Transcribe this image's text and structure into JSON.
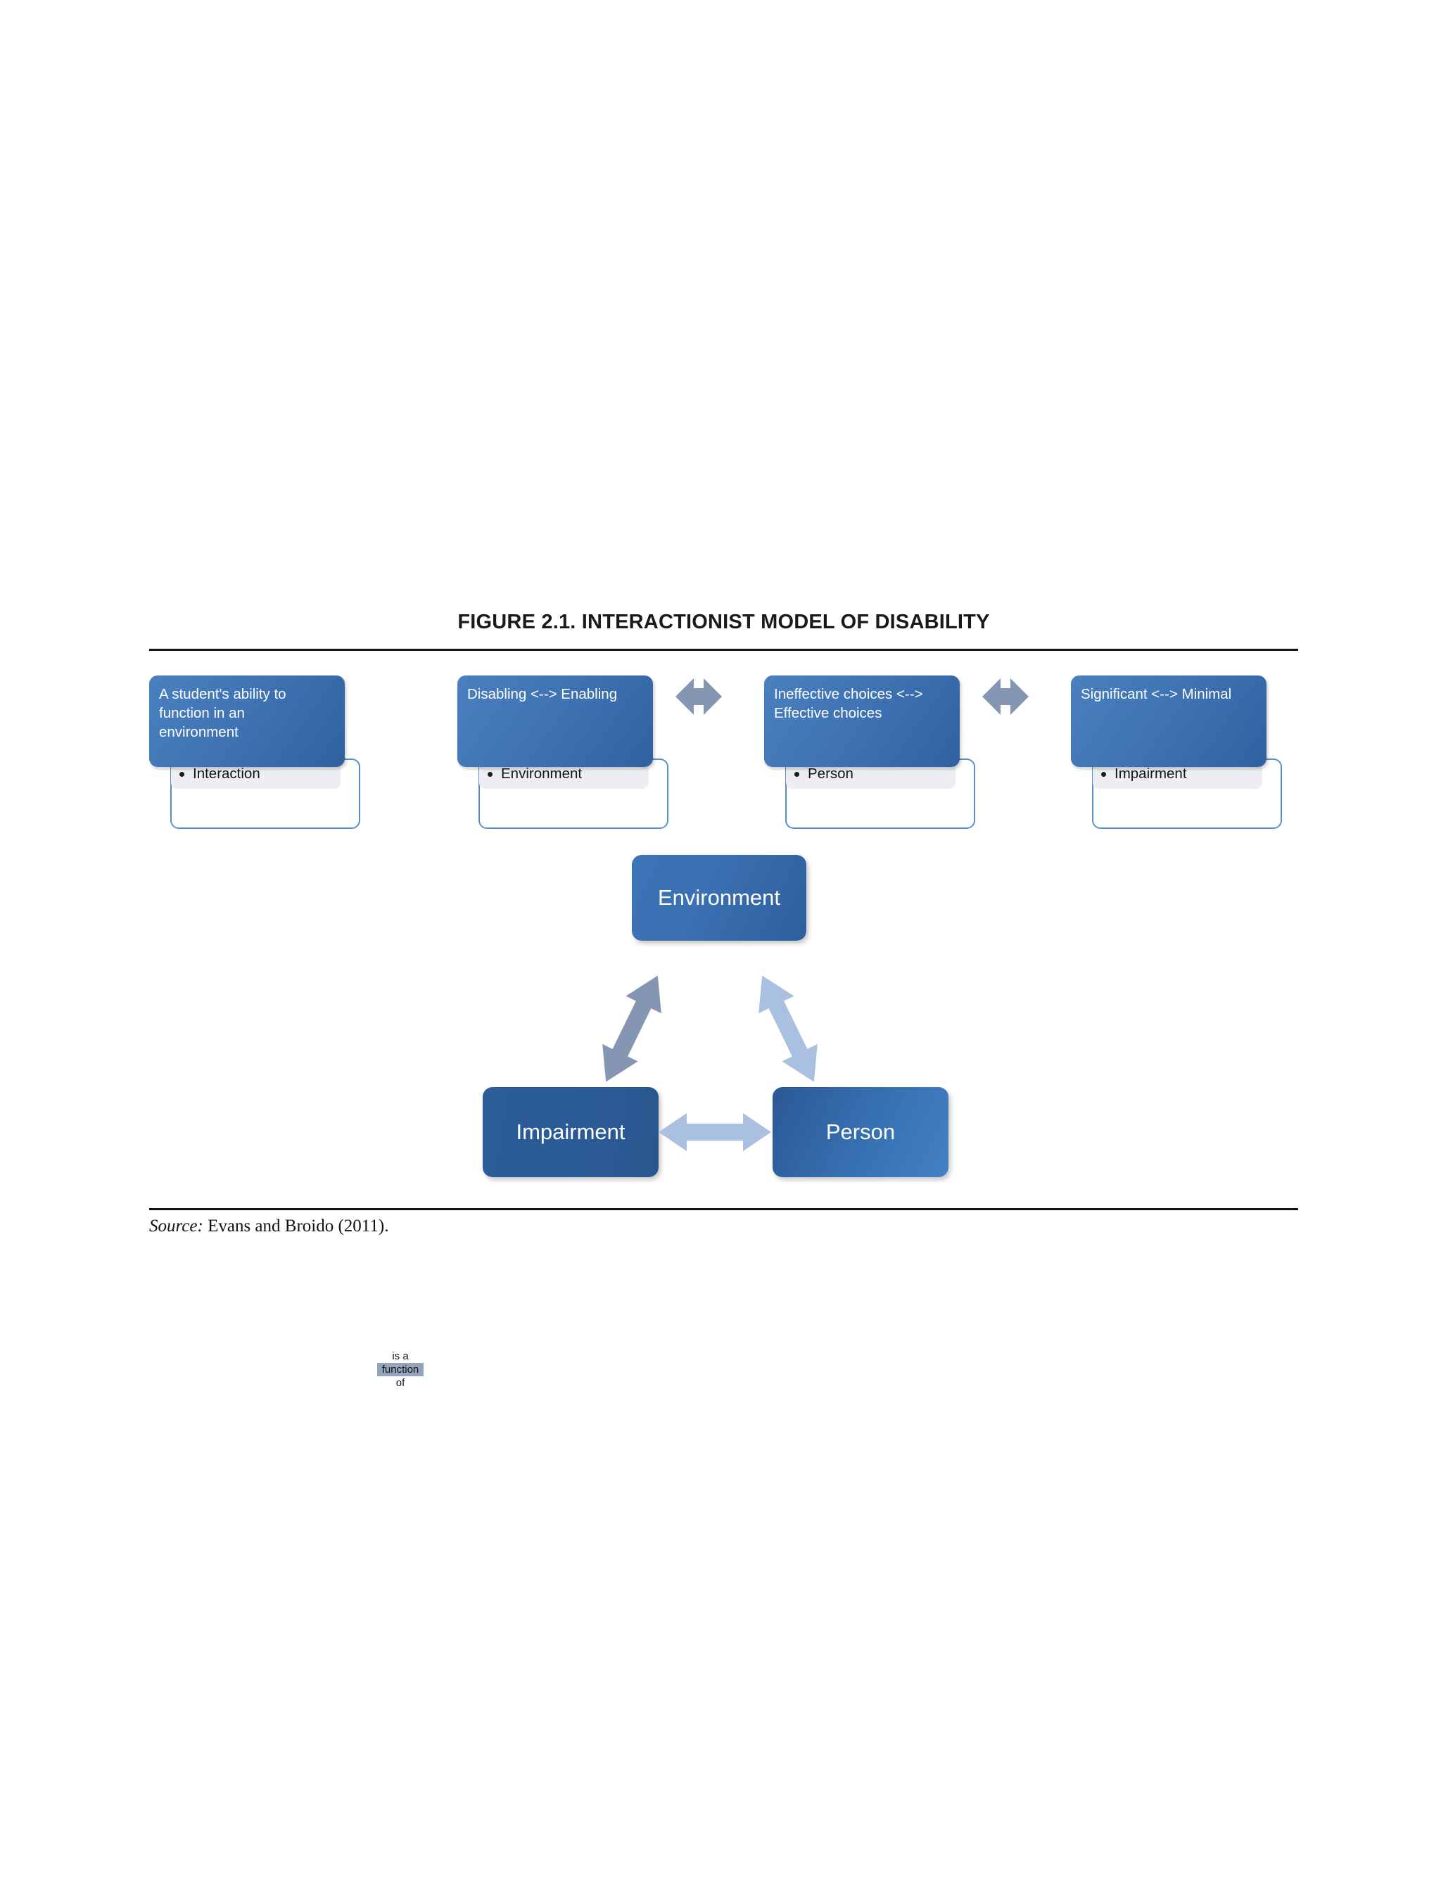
{
  "figure": {
    "title": "FIGURE 2.1. INTERACTIONIST MODEL OF DISABILITY",
    "source_label": "Source:",
    "source_text": " Evans and Broido (2011)."
  },
  "colors": {
    "box_blue_light": "#4a80c0",
    "box_blue_dark": "#2e5f9d",
    "impairment_blue": "#2b5b96",
    "arrow_gray_blue": "#8596b3",
    "arrow_light_blue": "#a9c0e0",
    "sub_border": "#5b8fc9",
    "sub_band": "#eceef2",
    "rule_black": "#141414"
  },
  "top_row": {
    "cards": [
      {
        "name": "interaction",
        "header": "A student's ability to\nfunction in an\nenvironment",
        "bullet": "Interaction"
      },
      {
        "name": "environment",
        "header": "Disabling <--> Enabling",
        "bullet": "Environment"
      },
      {
        "name": "person",
        "header": "Ineffective choices <-->\nEffective choices",
        "bullet": "Person"
      },
      {
        "name": "impairment",
        "header": "Significant <--> Minimal",
        "bullet": "Impairment"
      }
    ],
    "connector_text": {
      "line1": "is a",
      "line2": "function",
      "line3": "of"
    },
    "arrow_icon_name": "double-headed-arrow-icon"
  },
  "triangle": {
    "nodes": [
      {
        "name": "environment",
        "label": "Environment"
      },
      {
        "name": "impairment",
        "label": "Impairment"
      },
      {
        "name": "person",
        "label": "Person"
      }
    ],
    "edges": [
      {
        "from": "Environment",
        "to": "Impairment",
        "icon": "diagonal-double-arrow-icon"
      },
      {
        "from": "Environment",
        "to": "Person",
        "icon": "diagonal-double-arrow-icon"
      },
      {
        "from": "Impairment",
        "to": "Person",
        "icon": "horizontal-double-arrow-icon"
      }
    ]
  }
}
